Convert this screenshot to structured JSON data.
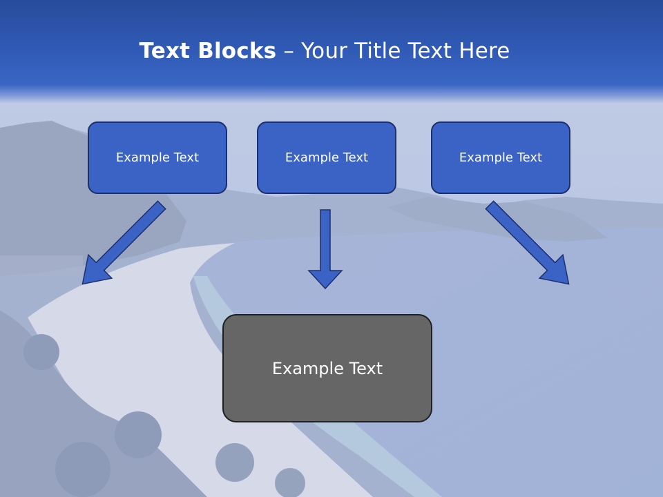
{
  "title": {
    "bold": "Text Blocks",
    "separator": " – ",
    "rest": "Your Title Text Here"
  },
  "blocks": {
    "top": [
      "Example Text",
      "Example Text",
      "Example Text"
    ],
    "bottom": "Example Text"
  },
  "colors": {
    "title_band": "#2f59b4",
    "top_box_fill": "#3b63c6",
    "top_box_border": "#1c2f6a",
    "bottom_box_fill": "#666666",
    "arrow_fill": "#3b63c6"
  }
}
